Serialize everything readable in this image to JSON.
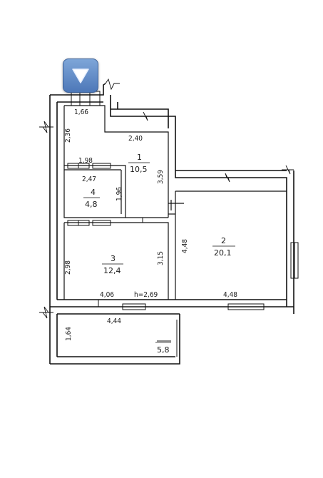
{
  "rooms": [
    {
      "id": "room-1",
      "number": "1",
      "area": "10,5"
    },
    {
      "id": "room-2",
      "number": "2",
      "area": "20,1"
    },
    {
      "id": "room-3",
      "number": "3",
      "area": "12,4"
    },
    {
      "id": "room-4",
      "number": "4",
      "area": "4,8"
    },
    {
      "id": "balcony",
      "area": "5,8"
    }
  ],
  "dimensions": {
    "d166": "1,66",
    "d236": "2,36",
    "d240": "2,40",
    "d198": "1,98",
    "d359": "3,59",
    "d247": "2,47",
    "d196": "1,96",
    "d448_vertical": "4,48",
    "d298": "2,98",
    "d315": "3,15",
    "d406": "4,06",
    "d448_bottom": "4,48",
    "d444": "4,44",
    "d164": "1,64"
  },
  "ceiling_height": "h=2,69",
  "nav": {
    "icon": "triangle-down-icon",
    "color": "#5b86c5"
  }
}
